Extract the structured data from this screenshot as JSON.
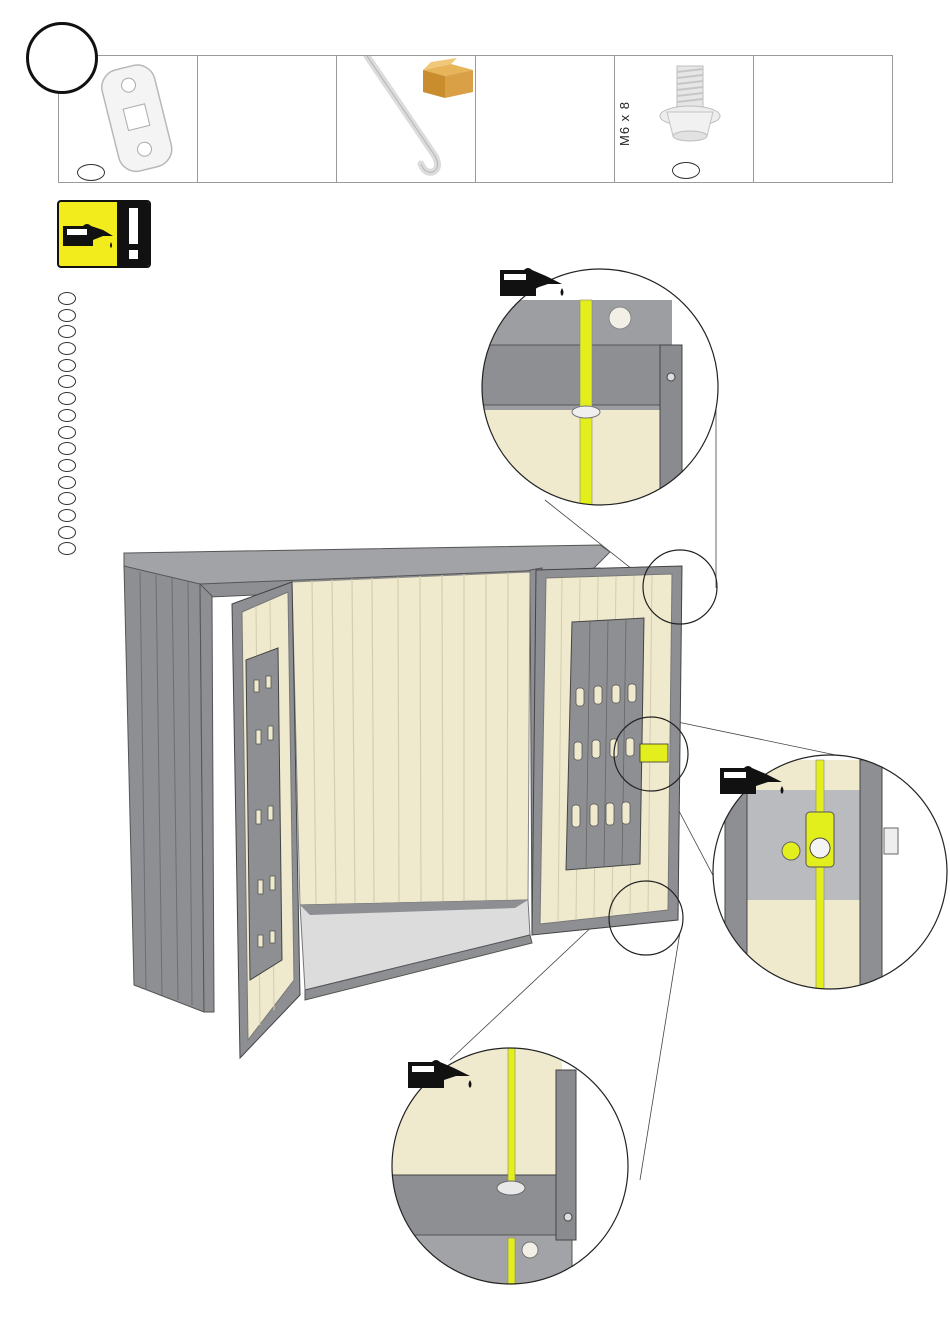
{
  "step": {
    "number": ""
  },
  "parts": [
    {
      "name": "lock-plate",
      "quantity": ""
    },
    {
      "name": "empty"
    },
    {
      "name": "hook-rod",
      "box_icon": "cardboard-box-icon"
    },
    {
      "name": "empty"
    },
    {
      "name": "screw",
      "size_label": "M6 x 8",
      "quantity": ""
    },
    {
      "name": "empty"
    }
  ],
  "warning": {
    "icon": "oil-can-warning-icon",
    "accent": "#f2ec1c"
  },
  "language_list": {
    "count": 16
  },
  "colors": {
    "shed_gray": "#8e8f93",
    "panel_cream": "#efeacd",
    "rod_yellow": "#e3ee1d"
  },
  "details": [
    {
      "name": "top-bolt-detail",
      "icon": "oil-can-icon"
    },
    {
      "name": "lock-detail",
      "icon": "oil-can-icon"
    },
    {
      "name": "bottom-bolt-detail",
      "icon": "oil-can-icon"
    }
  ]
}
